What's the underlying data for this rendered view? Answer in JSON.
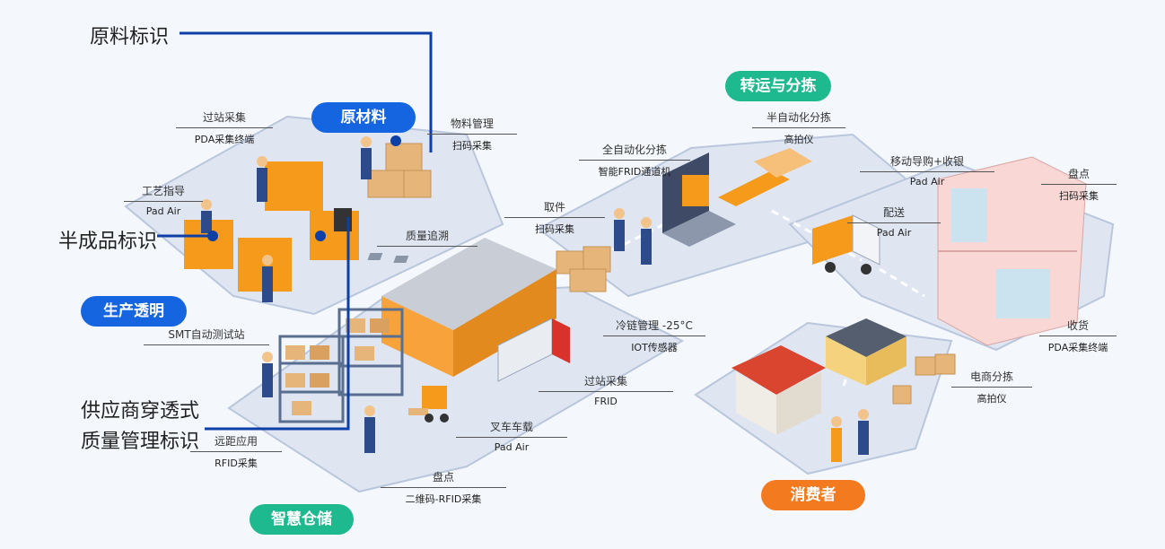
{
  "section_pills": {
    "raw_material": "原材料",
    "transit_sorting": "转运与分拣",
    "production": "生产透明",
    "warehouse": "智慧仓储",
    "consumer": "消费者"
  },
  "big_labels": {
    "raw_material_id": "原料标识",
    "semi_product_id": "半成品标识",
    "supplier_line1": "供应商穿透式",
    "supplier_line2": "质量管理标识"
  },
  "callouts": [
    {
      "title": "过站采集",
      "sub": "PDA采集终端"
    },
    {
      "title": "物料管理",
      "sub": "扫码采集"
    },
    {
      "title": "工艺指导",
      "sub": "Pad Air"
    },
    {
      "title": "质量追溯",
      "sub": ""
    },
    {
      "title": "全自动化分拣",
      "sub": "智能FRID通道机"
    },
    {
      "title": "半自动化分拣",
      "sub": "高拍仪"
    },
    {
      "title": "取件",
      "sub": "扫码采集"
    },
    {
      "title": "移动导购+收银",
      "sub": "Pad Air"
    },
    {
      "title": "盘点",
      "sub": "扫码采集"
    },
    {
      "title": "配送",
      "sub": "Pad Air"
    },
    {
      "title": "SMT自动测试站",
      "sub": ""
    },
    {
      "title": "冷链管理  -25°C",
      "sub": "IOT传感器"
    },
    {
      "title": "收货",
      "sub": "PDA采集终端"
    },
    {
      "title": "过站采集",
      "sub": "FRID"
    },
    {
      "title": "电商分拣",
      "sub": "高拍仪"
    },
    {
      "title": "叉车车载",
      "sub": "Pad Air"
    },
    {
      "title": "远距应用",
      "sub": "RFID采集"
    },
    {
      "title": "盘点",
      "sub": "二维码-RFID采集"
    }
  ],
  "colors": {
    "blue_pill": "#1565e0",
    "green_pill": "#1fb98f",
    "orange_pill": "#f47a1f",
    "leader_line": "#0d3fa6",
    "platform": "#dfe6f2",
    "platform_edge": "#b9c6dc",
    "machine_orange": "#f59a1b",
    "box": "#e6b57a"
  },
  "icons": [
    "factory-building-icon",
    "truck-icon",
    "forklift-icon",
    "shelf-icon",
    "worker-icon",
    "house-icon",
    "mall-icon",
    "conveyor-icon",
    "box-stack-icon",
    "laptop-icon"
  ]
}
